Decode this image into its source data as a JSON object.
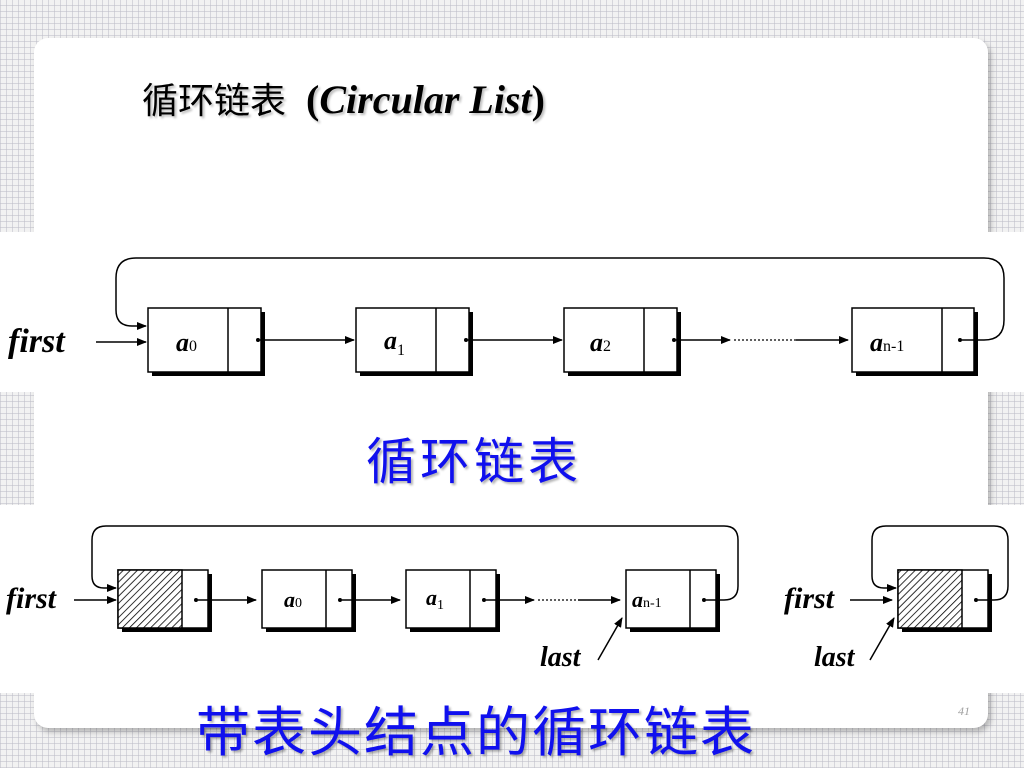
{
  "title": {
    "zh": "循环链表",
    "open": "(",
    "en": "Circular List",
    "close": ")"
  },
  "diagram1": {
    "pointer": "first",
    "nodes": [
      {
        "base": "a",
        "sub": "0"
      },
      {
        "base": "a",
        "sub": "1"
      },
      {
        "base": "a",
        "sub": "2"
      },
      {
        "base": "a",
        "sub": "n-1"
      }
    ],
    "caption": "循环链表"
  },
  "diagram2": {
    "pointer": "first",
    "tail_pointer": "last",
    "nodes": [
      {
        "base": "a",
        "sub": "0"
      },
      {
        "base": "a",
        "sub": "1"
      },
      {
        "base": "a",
        "sub": "n-1"
      }
    ]
  },
  "diagram3": {
    "pointer": "first",
    "tail_pointer": "last"
  },
  "caption2": "带表头结点的循环链表",
  "page_number": "41"
}
